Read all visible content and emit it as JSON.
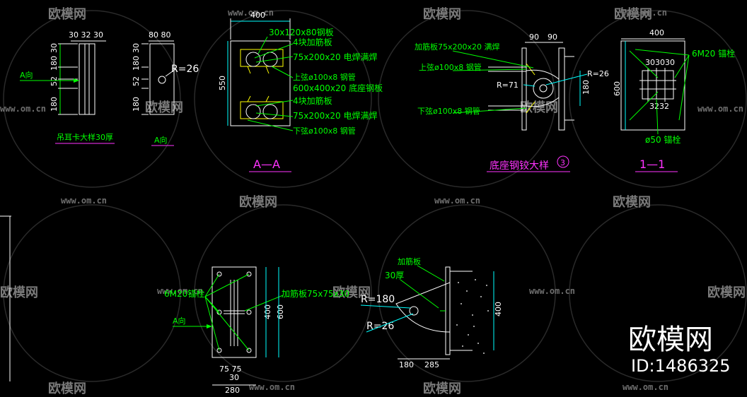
{
  "watermark": {
    "brand": "欧模网",
    "url": "www.om.cn"
  },
  "stamp": {
    "brand": "欧模网",
    "id": "ID:1486325"
  },
  "detail_hanger": {
    "dims_top": "30 32 30",
    "dims_side_a": "180",
    "dims_side_b": "30",
    "dims_side_c": "52",
    "dims_side_d": "180",
    "arrow_label": "A向",
    "title": "吊耳卡大样30厚"
  },
  "detail_a_view": {
    "dims_top": "80 80",
    "radius": "R=26",
    "title": "A向"
  },
  "section_aa": {
    "dim_top": "400",
    "dim_left": "550",
    "labels": [
      "30x120x80钢板",
      "4块加筋板",
      "75x200x20 电焊满焊",
      "上弦ø100x8 钢管",
      "600x400x20 底座钢板",
      "4块加筋板",
      "75x200x20 电焊满焊",
      "下弦ø100x8 钢管"
    ],
    "title": "A—A"
  },
  "hinge_detail": {
    "dims_top": [
      "90",
      "90"
    ],
    "labels_left": [
      "加筋板75x200x20 满焊",
      "上弦ø100x8 钢管",
      "下弦ø100x8 钢管"
    ],
    "radius_outer": "R=26",
    "radius_inner": "R=71",
    "dim_right": "180",
    "title": "底座钢铰大样",
    "title_num": "3"
  },
  "section_11": {
    "dim_top": "400",
    "dim_left": "600",
    "bolt_label": "6M20 锚栓",
    "dims_inner_top": "303030",
    "dims_inner_bottom": "3232",
    "pipe_label": "ø50 锚栓",
    "title": "1—1"
  },
  "plate_plan": {
    "bolt_label": "6M20锚栓",
    "rib_label": "加筋板75x75x30",
    "arrow_label": "A向",
    "dim_right_a": "400",
    "dim_right_b": "600",
    "dims_bottom": "75 75",
    "dim_bottom_mid": "30",
    "dim_bottom_total": "280"
  },
  "side_elevation": {
    "rib_label": "加筋板",
    "thick_label": "30厚",
    "radius_outer": "R=180",
    "radius_inner": "R=26",
    "dims_bottom": [
      "180",
      "285"
    ],
    "dim_right": "400"
  }
}
